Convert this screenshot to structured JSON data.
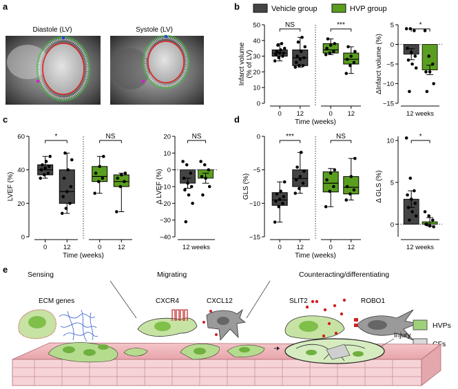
{
  "panel_labels": [
    "a",
    "b",
    "c",
    "d",
    "e"
  ],
  "mri": {
    "diastole_label": "Diastole (LV)",
    "systole_label": "Systole (LV)"
  },
  "legend": {
    "vehicle": "Vehicle group",
    "hvp": "HVP group",
    "vehicle_color": "#444444",
    "hvp_color": "#5a9e1f"
  },
  "chart_data": [
    {
      "id": "b-left",
      "type": "boxplot",
      "ylabel": "Infarct volume\n(% of LV)",
      "xlabel": "Time (weeks)",
      "ylim": [
        0,
        50
      ],
      "yticks": [
        0,
        10,
        20,
        30,
        40,
        50
      ],
      "groups": [
        {
          "series": "Vehicle group",
          "ticks": [
            "0",
            "12"
          ],
          "sig": "NS",
          "boxes": [
            {
              "min": 27,
              "q1": 30,
              "median": 32,
              "q3": 34,
              "max": 38,
              "points": [
                27,
                29,
                30,
                31,
                32,
                32,
                33,
                34,
                35,
                37,
                38
              ]
            },
            {
              "min": 23,
              "q1": 24,
              "median": 29,
              "q3": 34,
              "max": 42,
              "points": [
                23,
                24,
                24,
                26,
                28,
                29,
                30,
                33,
                36,
                39,
                42
              ]
            }
          ]
        },
        {
          "series": "HVP group",
          "ticks": [
            "0",
            "12"
          ],
          "sig": "***",
          "boxes": [
            {
              "min": 31,
              "q1": 32,
              "median": 34,
              "q3": 38,
              "max": 41,
              "points": [
                31,
                32,
                33,
                35,
                37,
                38,
                41
              ]
            },
            {
              "min": 19,
              "q1": 25,
              "median": 28,
              "q3": 32,
              "max": 36,
              "points": [
                19,
                24,
                26,
                28,
                30,
                33,
                36
              ]
            }
          ]
        }
      ]
    },
    {
      "id": "b-right",
      "type": "bar",
      "ylabel": "ΔInfarct volume (%)",
      "xlabel": "12 weeks",
      "ylim": [
        -15,
        5
      ],
      "yticks": [
        -15,
        -10,
        -5,
        0,
        5
      ],
      "sig": "*",
      "bars": [
        {
          "series": "Vehicle group",
          "value": -2.5,
          "sem": 1.4,
          "points": [
            4,
            4,
            3.5,
            -1,
            -2,
            -3,
            -4,
            -5,
            -6,
            -12
          ]
        },
        {
          "series": "HVP group",
          "value": -6.5,
          "sem": 1.2,
          "points": [
            3.5,
            -3,
            -5,
            -7,
            -7,
            -10,
            -12
          ]
        }
      ]
    },
    {
      "id": "c-left",
      "type": "boxplot",
      "ylabel": "LVEF (%)",
      "xlabel": "Time (weeks)",
      "ylim": [
        0,
        60
      ],
      "yticks": [
        0,
        20,
        40,
        60
      ],
      "groups": [
        {
          "series": "Vehicle group",
          "ticks": [
            "0",
            "12"
          ],
          "sig": "*",
          "boxes": [
            {
              "min": 35,
              "q1": 37,
              "median": 40,
              "q3": 43,
              "max": 48,
              "points": [
                35,
                37,
                38,
                40,
                41,
                42,
                43,
                45,
                48
              ]
            },
            {
              "min": 14,
              "q1": 20,
              "median": 27,
              "q3": 40,
              "max": 50,
              "points": [
                14,
                17,
                20,
                24,
                27,
                30,
                35,
                40,
                46,
                50
              ]
            }
          ]
        },
        {
          "series": "HVP group",
          "ticks": [
            "0",
            "12"
          ],
          "sig": "NS",
          "boxes": [
            {
              "min": 26,
              "q1": 33,
              "median": 36,
              "q3": 42,
              "max": 48,
              "points": [
                26,
                33,
                35,
                38,
                42,
                48
              ]
            },
            {
              "min": 15,
              "q1": 30,
              "median": 33,
              "q3": 37,
              "max": 38,
              "points": [
                15,
                30,
                33,
                35,
                37,
                38
              ]
            }
          ]
        }
      ]
    },
    {
      "id": "c-right",
      "type": "bar",
      "ylabel": "Δ LVEF (%)",
      "xlabel": "12 weeks",
      "ylim": [
        -40,
        20
      ],
      "yticks": [
        -40,
        -30,
        -20,
        -10,
        0,
        10,
        20
      ],
      "sig": "NS",
      "bars": [
        {
          "series": "Vehicle group",
          "value": -8,
          "sem": 3,
          "points": [
            5,
            3,
            -2,
            -5,
            -8,
            -10,
            -12,
            -15,
            -20,
            -31
          ]
        },
        {
          "series": "HVP group",
          "value": -5,
          "sem": 3,
          "points": [
            5,
            3,
            0,
            -4,
            -5,
            -10,
            -15
          ]
        }
      ]
    },
    {
      "id": "d-left",
      "type": "boxplot",
      "ylabel": "GLS (%)",
      "xlabel": "Time (weeks)",
      "ylim": [
        -15,
        0
      ],
      "yticks": [
        -15,
        -10,
        -5,
        0
      ],
      "groups": [
        {
          "series": "Vehicle group",
          "ticks": [
            "0",
            "12"
          ],
          "sig": "***",
          "boxes": [
            {
              "min": -12.8,
              "q1": -10.3,
              "median": -9.5,
              "q3": -8.4,
              "max": -6.8,
              "points": [
                -12.8,
                -10.5,
                -10,
                -9.7,
                -9.4,
                -9,
                -8.6,
                -8.2,
                -6.8
              ]
            },
            {
              "min": -8.5,
              "q1": -7.5,
              "median": -6.3,
              "q3": -5,
              "max": -2.4,
              "points": [
                -8.5,
                -7.8,
                -7,
                -6.5,
                -6,
                -5.2,
                -4.6,
                -2.4
              ]
            }
          ]
        },
        {
          "series": "HVP group",
          "ticks": [
            "0",
            "12"
          ],
          "sig": "NS",
          "boxes": [
            {
              "min": -10.5,
              "q1": -8.3,
              "median": -7,
              "q3": -5.3,
              "max": -4.8,
              "points": [
                -10.5,
                -8.2,
                -7.5,
                -6.5,
                -5.5,
                -5
              ]
            },
            {
              "min": -9.5,
              "q1": -8.6,
              "median": -7.6,
              "q3": -6,
              "max": -3.3,
              "points": [
                -9.5,
                -8.6,
                -8,
                -7.5,
                -6,
                -3.3
              ]
            }
          ]
        }
      ]
    },
    {
      "id": "d-right",
      "type": "bar",
      "ylabel": "Δ GLS (%)",
      "xlabel": "12 weeks",
      "ylim": [
        -1.5,
        10.5
      ],
      "yticks": [
        0,
        5,
        10
      ],
      "sig": "*",
      "bars": [
        {
          "series": "Vehicle group",
          "value": 3,
          "sem": 1,
          "points": [
            10.3,
            5.5,
            4,
            3.5,
            3,
            2.5,
            2,
            1.5,
            1,
            0.5
          ]
        },
        {
          "series": "HVP group",
          "value": 0.3,
          "sem": 0.5,
          "points": [
            1.5,
            1,
            0.5,
            0,
            -0.2,
            -0.3,
            0
          ]
        }
      ]
    }
  ],
  "schematic": {
    "sensing": "Sensing",
    "migrating": "Migrating",
    "counteracting": "Counteracting/differentiating",
    "ecm_genes": "ECM genes",
    "cxcr4": "CXCR4",
    "cxcl12": "CXCL12",
    "slit2": "SLIT2",
    "robo1": "ROBO1",
    "hvps": "HVPs",
    "cfs": "CFs",
    "injury": "Injury"
  }
}
